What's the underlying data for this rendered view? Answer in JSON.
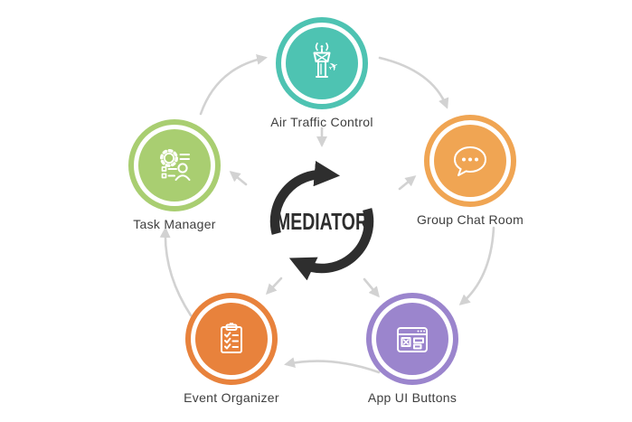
{
  "diagram": {
    "center": {
      "label": "MEDIATOR",
      "color": "#2e2e2e"
    },
    "arrow_color": "#d2d2d2",
    "label_color": "#3e3e3e",
    "nodes": [
      {
        "id": "air-traffic-control",
        "label": "Air Traffic Control",
        "color": "#4ec3b2",
        "icon": "control-tower-icon"
      },
      {
        "id": "group-chat-room",
        "label": "Group Chat Room",
        "color": "#f0a553",
        "icon": "chat-bubble-icon"
      },
      {
        "id": "app-ui-buttons",
        "label": "App UI Buttons",
        "color": "#9b85cd",
        "icon": "browser-window-icon"
      },
      {
        "id": "event-organizer",
        "label": "Event Organizer",
        "color": "#e8823c",
        "icon": "clipboard-checklist-icon"
      },
      {
        "id": "task-manager",
        "label": "Task Manager",
        "color": "#a9ce71",
        "icon": "gear-person-icon"
      }
    ],
    "outer_flow": [
      "Task Manager → Air Traffic Control",
      "Air Traffic Control → Group Chat Room",
      "Group Chat Room → App UI Buttons",
      "App UI Buttons → Event Organizer",
      "Event Organizer → Task Manager"
    ],
    "spoke_flow": [
      "Air Traffic Control → MEDIATOR",
      "MEDIATOR → Group Chat Room",
      "MEDIATOR → App UI Buttons",
      "MEDIATOR → Event Organizer",
      "MEDIATOR → Task Manager"
    ]
  }
}
